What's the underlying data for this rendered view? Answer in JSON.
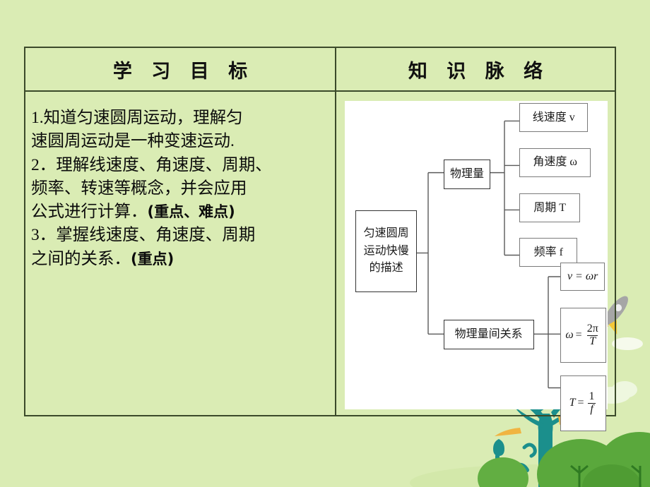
{
  "page": {
    "background_color": "#daecb4",
    "panel_background": "#ffffff",
    "border_color": "#3b4a2a"
  },
  "table": {
    "headers": [
      {
        "key": "objectives",
        "label": "学 习 目 标"
      },
      {
        "key": "knowledge",
        "label": "知 识 脉 络"
      }
    ]
  },
  "objectives": {
    "lines": [
      "1.知道匀速圆周运动，理解匀",
      "速圆周运动是一种变速运动.",
      "2．理解线速度、角速度、周期、",
      "频率、转速等概念，并会应用",
      "公式进行计算．"
    ],
    "emphasis_1": "(重点、难点)",
    "lines_2": [
      "3．掌握线速度、角速度、周期",
      "之间的关系．"
    ],
    "emphasis_2": "(重点)"
  },
  "diagram": {
    "root": "匀速圆周\n运动快慢\n的描述",
    "branches": [
      {
        "label": "物理量",
        "children": [
          {
            "text": "线速度 v",
            "name": "node-linear-speed"
          },
          {
            "text": "角速度 ω",
            "name": "node-angular-speed"
          },
          {
            "text": "周期 T",
            "name": "node-period"
          },
          {
            "text": "频率 f",
            "name": "node-frequency"
          }
        ]
      },
      {
        "label": "物理量间关系",
        "children": [
          {
            "text": "v = ωr",
            "name": "node-formula-v"
          },
          {
            "text": "ω = 2π / T",
            "name": "node-formula-omega"
          },
          {
            "text": "T = 1 / f",
            "name": "node-formula-T"
          }
        ]
      }
    ],
    "formulas": {
      "v": {
        "lhs": "v",
        "op": "=",
        "rhs": "ωr"
      },
      "omega": {
        "lhs": "ω",
        "op": "=",
        "num": "2π",
        "den": "T"
      },
      "T": {
        "lhs": "T",
        "op": "=",
        "num": "1",
        "den": "f"
      }
    }
  },
  "decor": {
    "rocket": "rocket-icon",
    "tree": "tree-icon",
    "bushes": "bushes-icon",
    "cloud": "cloud-icon"
  }
}
